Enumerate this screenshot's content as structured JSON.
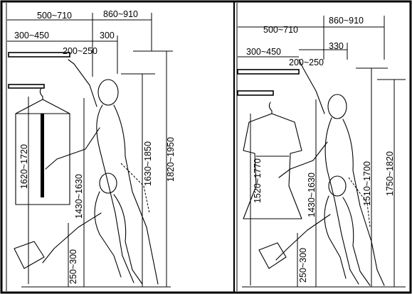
{
  "left_panel": {
    "labels": {
      "top_width": "500~710",
      "top_right": "860~910",
      "mid_width": "300~450",
      "reach_a": "300",
      "reach_b": "200~250",
      "hang_height": "1620~1720",
      "eye_height": "1430~1630",
      "hand_height": "1630~1850",
      "max_height": "1820~1950",
      "low_height": "250~300"
    }
  },
  "right_panel": {
    "labels": {
      "top_width": "500~710",
      "top_right": "860~910",
      "mid_width": "300~450",
      "reach_a": "330",
      "reach_b": "200~250",
      "hang_height": "1520~1770",
      "eye_height": "1430~1630",
      "hand_height": "1510~1700",
      "max_height": "1750~1820",
      "low_height": "250~300"
    }
  }
}
